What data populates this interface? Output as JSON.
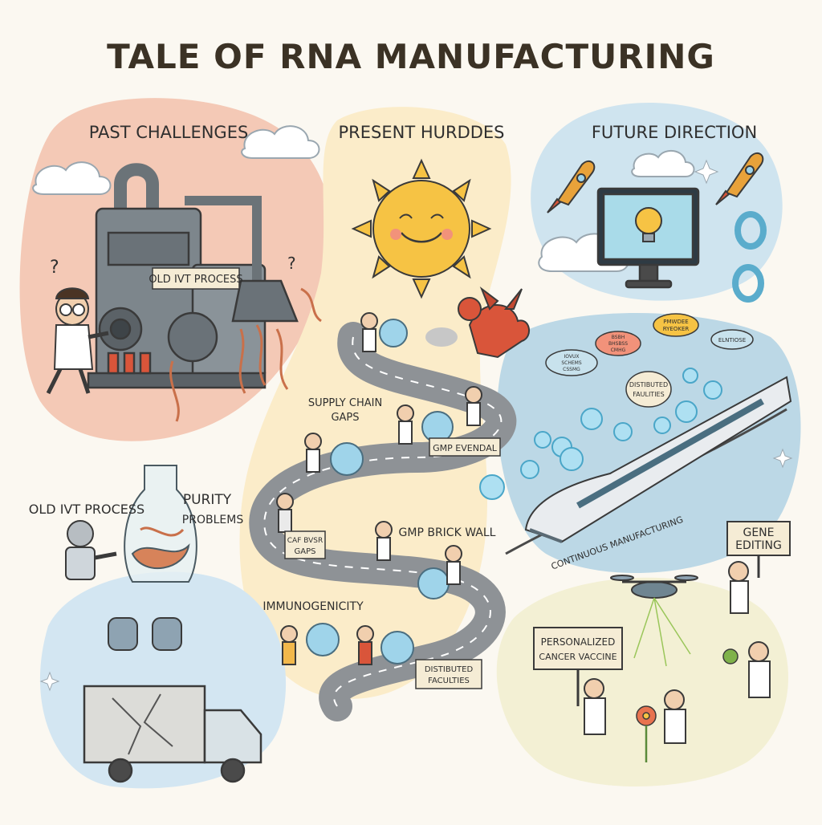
{
  "title": "TALE OF RNA MANUFACTURING",
  "sections": {
    "past": {
      "heading": "PAST CHALLENGES",
      "sign": "OLD IVT PROCESS"
    },
    "present": {
      "heading": "PRESENT HURDDES"
    },
    "future": {
      "heading": "FUTURE DIRECTION"
    }
  },
  "past_labels": {
    "old_ivt_process": "OLD IVT PROCESS",
    "purity_line1": "PURITY",
    "purity_line2": "PROBLEMS",
    "question_mark": "?"
  },
  "present_labels": {
    "supply_chain_line1": "SUPPLY CHAIN",
    "supply_chain_line2": "GAPS",
    "gmp_sign": "GMP EVENDAL",
    "gmp_brick_wall": "GMP BRICK WALL",
    "gaps_sign_line1": "CAF BVSR",
    "gaps_sign_line2": "GAPS",
    "immunogenicity": "IMMUNOGENICITY",
    "distributed_line1": "DISTIBUTED",
    "distributed_line2": "FACULTIES"
  },
  "future_labels": {
    "node_1_line1": "IOVUX",
    "node_1_line2": "SCHEMS",
    "node_1_line3": "CSSMG",
    "node_2_line1": "BSBH",
    "node_2_line2": "BHSBSS",
    "node_2_line3": "CMHG",
    "node_3_line1": "PMWDEE",
    "node_3_line2": "RYEOKER",
    "node_4": "ELNTIOSE",
    "distributed_line1": "DISTIBUTED",
    "distributed_line2": "FAULITIES",
    "continuous": "CONTINUOUS MANUFACTURING",
    "gene_line1": "GENE",
    "gene_line2": "EDITING",
    "vaccine_line1": "PERSONALIZED",
    "vaccine_line2": "CANCER VACCINE"
  },
  "colors": {
    "past_blob": "#f4c9b6",
    "present_blob": "#fbecc9",
    "future_blob": "#cfe4ef",
    "truck_blob": "#d3e6f2",
    "ink": "#2f2f2f",
    "sphere": "#9fd4ea",
    "sun": "#f6c344",
    "dragon": "#d9553a"
  },
  "icons": [
    "machine-icon",
    "sun-icon",
    "dragon-icon",
    "rocket-icon",
    "monitor-icon",
    "lightbulb-icon",
    "train-icon",
    "drone-icon",
    "truck-icon",
    "jar-icon",
    "robot-icon",
    "flower-icon",
    "cloud-icon"
  ]
}
